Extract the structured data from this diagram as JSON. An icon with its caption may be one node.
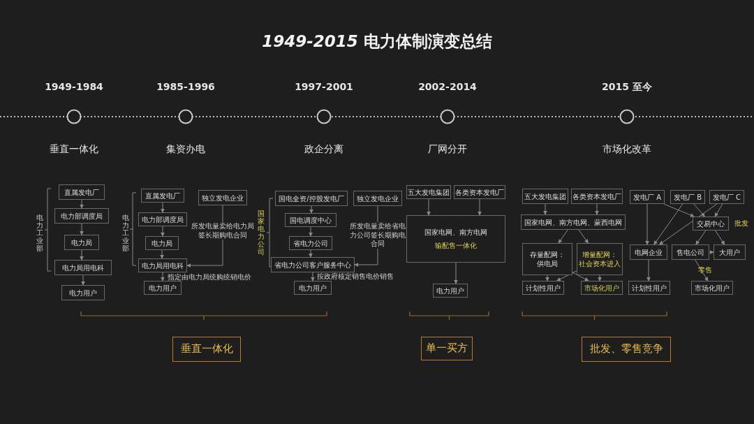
{
  "diagram": {
    "title": "*1949-2015* 电力体制演变总结",
    "nodes": [
      {
        "text": [
          "直属发电厂"
        ]
      },
      {
        "text": [
          "电力部调度局"
        ]
      },
      {
        "text": [
          "电力局"
        ]
      },
      {
        "text": [
          "电力局用电科"
        ]
      },
      {
        "text": [
          "电力用户"
        ]
      },
      {
        "text": [
          "直属发电厂"
        ]
      },
      {
        "text": [
          "独立发电企业"
        ]
      },
      {
        "text": [
          "电力部调度局"
        ]
      },
      {
        "text": [
          "电力局"
        ]
      },
      {
        "text": [
          "电力局用电科"
        ]
      },
      {
        "text": [
          "电力用户"
        ]
      },
      {
        "text": [
          "国电全资/控股发电厂"
        ]
      },
      {
        "text": [
          "独立发电企业"
        ]
      },
      {
        "text": [
          "国电调度中心"
        ]
      },
      {
        "text": [
          "省电力公司"
        ]
      },
      {
        "text": [
          "省电力公司客户服务中心"
        ]
      },
      {
        "text": [
          "电力用户"
        ]
      },
      {
        "text": [
          "五大发电集团"
        ]
      },
      {
        "text": [
          "各类资本发电厂"
        ]
      },
      {
        "text": [
          "国家电网、南方电网",
          "输配售一体化"
        ]
      },
      {
        "text": [
          "电力用户"
        ]
      },
      {
        "text": [
          "五大发电集团"
        ]
      },
      {
        "text": [
          "各类资本发电厂"
        ]
      },
      {
        "text": [
          "国家电网、南方电网、蒙西电网"
        ]
      },
      {
        "text": [
          "存量配网：",
          "供电局"
        ]
      },
      {
        "text": [
          "增量配网：",
          "社会资本进入"
        ]
      },
      {
        "text": [
          "计划性用户"
        ]
      },
      {
        "text": [
          "市场化用户"
        ]
      },
      {
        "text": [
          "发电厂 A"
        ]
      },
      {
        "text": [
          "发电厂 B"
        ]
      },
      {
        "text": [
          "发电厂 C"
        ]
      },
      {
        "text": [
          "交易中心"
        ]
      },
      {
        "text": [
          "电网企业"
        ]
      },
      {
        "text": [
          "售电公司"
        ]
      },
      {
        "text": [
          "大用户"
        ]
      },
      {
        "text": [
          "计划性用户"
        ]
      },
      {
        "text": [
          "市场化用户"
        ]
      },
      {
        "text": [
          "垂直一体化"
        ]
      },
      {
        "text": [
          "单一买方"
        ]
      },
      {
        "text": [
          "批发、零售竞争"
        ]
      }
    ],
    "edges": [
      {
        "from": 0,
        "to": 1,
        "arrow": "to"
      },
      {
        "from": 1,
        "to": 2,
        "arrow": "to"
      },
      {
        "from": 2,
        "to": 3,
        "arrow": "to"
      },
      {
        "from": 3,
        "to": 4,
        "arrow": "to"
      },
      {
        "from": 5,
        "to": 7,
        "arrow": "to"
      },
      {
        "from": 7,
        "to": 8,
        "arrow": "to"
      },
      {
        "from": 8,
        "to": 9,
        "arrow": "to"
      },
      {
        "from": 9,
        "to": 10,
        "arrow": "to",
        "label": "指定由电力局统购统销电价"
      },
      {
        "from": 6,
        "to": 9,
        "arrow": "to",
        "label": "所发电量卖给电力局签长期购电合同"
      },
      {
        "from": 11,
        "to": 13,
        "arrow": "to"
      },
      {
        "from": 13,
        "to": 14,
        "arrow": "to"
      },
      {
        "from": 14,
        "to": 15,
        "arrow": "to"
      },
      {
        "from": 15,
        "to": 16,
        "arrow": "to",
        "label": "按政府核定销售电价销售"
      },
      {
        "from": 12,
        "to": 15,
        "arrow": "to",
        "label": "所发电量卖给省电力公司签长期购电合同"
      },
      {
        "from": 17,
        "to": 19,
        "arrow": "to"
      },
      {
        "from": 18,
        "to": 19,
        "arrow": "to"
      },
      {
        "from": 19,
        "to": 20,
        "arrow": "to"
      },
      {
        "from": 21,
        "to": 23,
        "arrow": "to"
      },
      {
        "from": 22,
        "to": 23,
        "arrow": "to"
      },
      {
        "from": 23,
        "to": 24,
        "arrow": "to"
      },
      {
        "from": 23,
        "to": 25,
        "arrow": "to"
      },
      {
        "from": 24,
        "to": 26,
        "arrow": "to"
      },
      {
        "from": 24,
        "to": 27,
        "arrow": "to"
      },
      {
        "from": 25,
        "to": 26,
        "arrow": "to"
      },
      {
        "from": 25,
        "to": 27,
        "arrow": "to"
      },
      {
        "from": 28,
        "to": 31,
        "arrow": "to"
      },
      {
        "from": 29,
        "to": 31,
        "arrow": "to"
      },
      {
        "from": 30,
        "to": 31,
        "arrow": "to"
      },
      {
        "from": 28,
        "to": 32,
        "arrow": "to"
      },
      {
        "from": 29,
        "to": 32,
        "arrow": "to"
      },
      {
        "from": 30,
        "to": 32,
        "arrow": "to"
      },
      {
        "from": 31,
        "to": 33,
        "arrow": "to"
      },
      {
        "from": 31,
        "to": 34,
        "arrow": "to"
      },
      {
        "from": 33,
        "to": 34,
        "arrow": "to"
      },
      {
        "from": 33,
        "to": 36,
        "arrow": "to"
      },
      {
        "from": 32,
        "to": 35,
        "arrow": "to"
      }
    ],
    "labels": [
      "1949-1984",
      "1985-1996",
      "1997-2001",
      "2002-2014",
      "2015 至今",
      "垂直一体化",
      "集资办电",
      "政企分离",
      "厂网分开",
      "市场化改革",
      "电力工业部",
      "电力工业部",
      "国家电力公司",
      "批发",
      "零售"
    ]
  }
}
